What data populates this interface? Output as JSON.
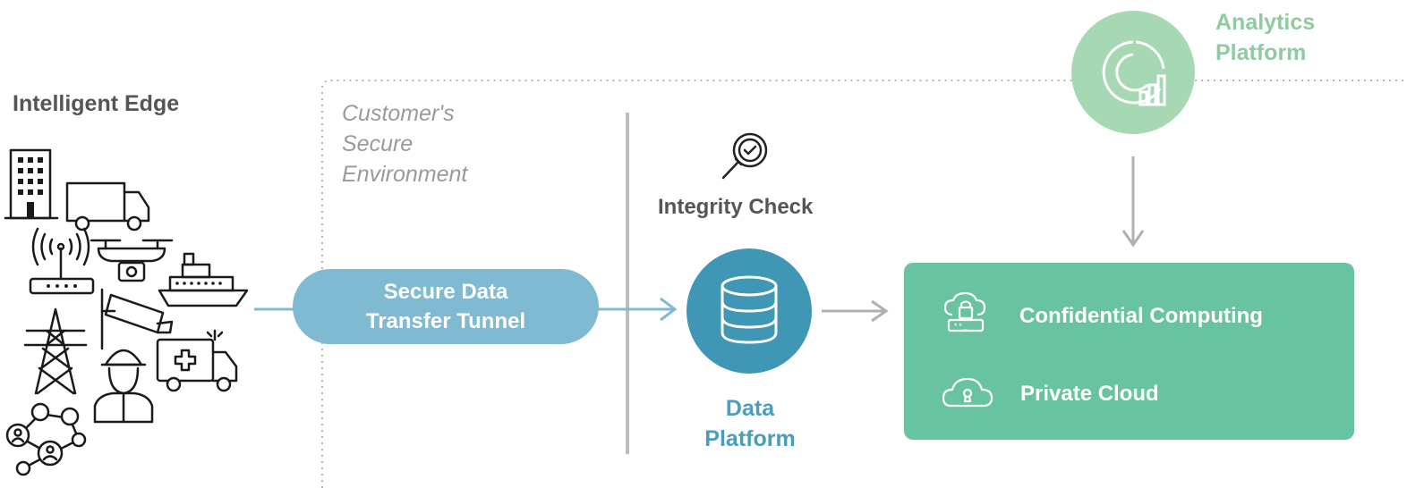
{
  "edge": {
    "title": "Intelligent Edge"
  },
  "environment": {
    "lines": [
      "Customer's",
      "Secure",
      "Environment"
    ]
  },
  "tunnel": {
    "line1": "Secure Data",
    "line2": "Transfer Tunnel"
  },
  "integrity": {
    "label": "Integrity Check"
  },
  "data_platform": {
    "line1": "Data",
    "line2": "Platform"
  },
  "analytics": {
    "line1": "Analytics",
    "line2": "Platform"
  },
  "compute": {
    "items": [
      {
        "label": "Confidential Computing",
        "icon": "cloud-lock-icon"
      },
      {
        "label": "Private Cloud",
        "icon": "cloud-keyhole-icon"
      }
    ]
  },
  "colors": {
    "tunnel": "#7fbad2",
    "data_platform": "#3f96b5",
    "analytics": "#a6d9b3",
    "compute_box": "#68c4a0",
    "text_dark": "#555555",
    "arrow_gray": "#b0b0b0",
    "line_blue": "#7fbad2"
  },
  "edge_icons": [
    "building-icon",
    "truck-icon",
    "wifi-router-icon",
    "drone-icon",
    "ship-icon",
    "security-camera-icon",
    "power-tower-icon",
    "soldier-icon",
    "ambulance-icon",
    "network-people-icon"
  ]
}
